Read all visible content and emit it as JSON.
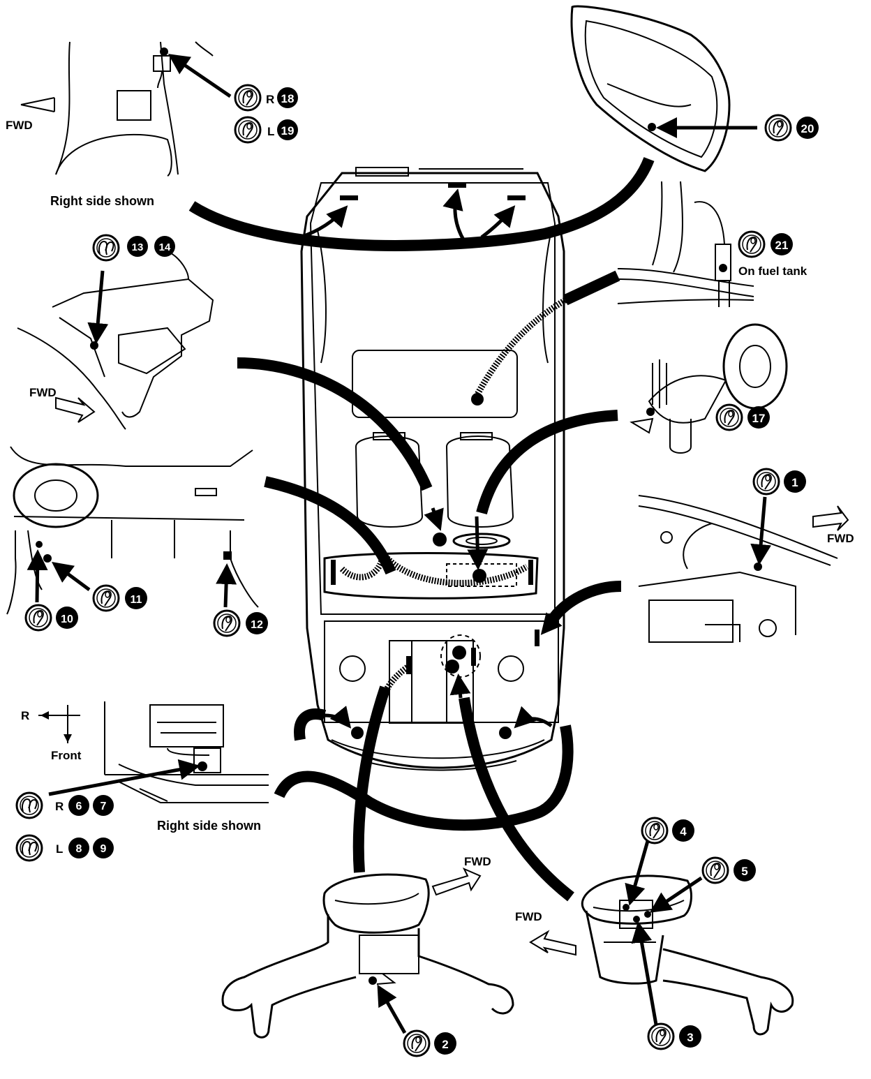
{
  "labels": {
    "fwd": "FWD",
    "right_side_shown": "Right side shown",
    "on_fuel_tank": "On fuel tank",
    "front": "Front",
    "r": "R",
    "l": "L"
  },
  "connectors": [
    {
      "id": "c1",
      "number": "1",
      "side": ""
    },
    {
      "id": "c2",
      "number": "2",
      "side": ""
    },
    {
      "id": "c3",
      "number": "3",
      "side": ""
    },
    {
      "id": "c4",
      "number": "4",
      "side": ""
    },
    {
      "id": "c5",
      "number": "5",
      "side": ""
    },
    {
      "id": "c6",
      "number": "6",
      "side": "R"
    },
    {
      "id": "c7",
      "number": "7",
      "side": "R"
    },
    {
      "id": "c8",
      "number": "8",
      "side": "L"
    },
    {
      "id": "c9",
      "number": "9",
      "side": "L"
    },
    {
      "id": "c10",
      "number": "10",
      "side": ""
    },
    {
      "id": "c11",
      "number": "11",
      "side": ""
    },
    {
      "id": "c12",
      "number": "12",
      "side": ""
    },
    {
      "id": "c13",
      "number": "13",
      "side": ""
    },
    {
      "id": "c14",
      "number": "14",
      "side": ""
    },
    {
      "id": "c17",
      "number": "17",
      "side": ""
    },
    {
      "id": "c18",
      "number": "18",
      "side": "R"
    },
    {
      "id": "c19",
      "number": "19",
      "side": "L"
    },
    {
      "id": "c20",
      "number": "20",
      "side": ""
    },
    {
      "id": "c21",
      "number": "21",
      "side": ""
    }
  ],
  "colors": {
    "ink": "#000000",
    "paper": "#ffffff"
  }
}
